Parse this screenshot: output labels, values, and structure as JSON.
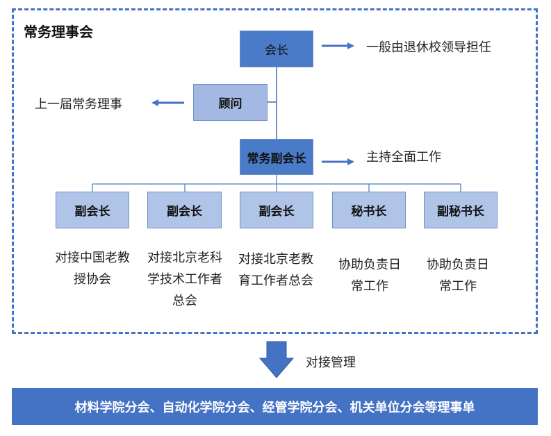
{
  "frame": {
    "title": "常务理事会"
  },
  "top": {
    "president": "会长",
    "president_note": "一般由退休校领导担任",
    "advisor": "顾问",
    "advisor_note": "上一届常务理事",
    "exec_vp": "常务副会长",
    "exec_vp_note": "主持全面工作"
  },
  "roles": [
    {
      "label": "副会长",
      "desc": "对接中国老教授协会"
    },
    {
      "label": "副会长",
      "desc": "对接北京老科学技术工作者总会"
    },
    {
      "label": "副会长",
      "desc": "对接北京老教育工作者总会"
    },
    {
      "label": "秘书长",
      "desc": "协助负责日常工作"
    },
    {
      "label": "副秘书长",
      "desc": "协助负责日常工作"
    }
  ],
  "manage_label": "对接管理",
  "bottom_bar": "材料学院分会、自动化学院分会、经管学院分会、机关单位分会等理事单",
  "colors": {
    "accent": "#4472c4",
    "box_dark": "#4a7bc8",
    "box_light": "#b0c4e8"
  }
}
